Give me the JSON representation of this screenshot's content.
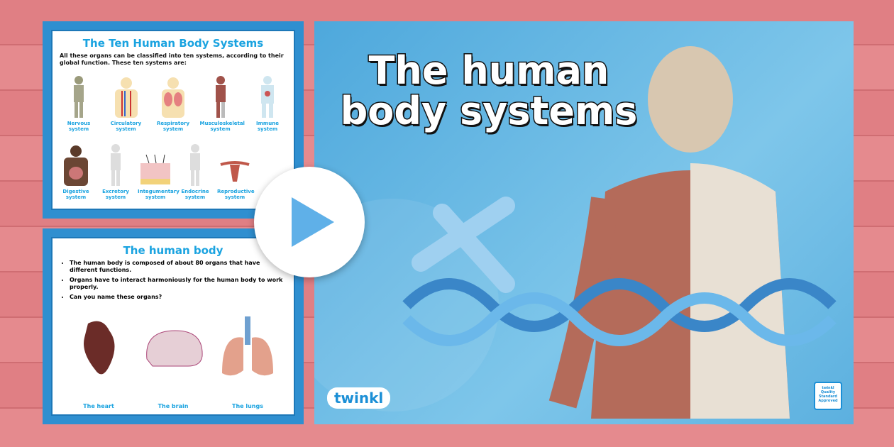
{
  "slide1": {
    "title": "The Ten Human Body Systems",
    "intro": "All these organs can be classified into ten systems, according to their global function. These ten systems are:",
    "systems": [
      "Nervous system",
      "Circulatory system",
      "Respiratory system",
      "Musculoskeletal system",
      "Immune system",
      "Digestive system",
      "Excretory system",
      "Integumentary system",
      "Endocrine system",
      "Reproductive system"
    ]
  },
  "slide2": {
    "title": "The human body",
    "bullets": [
      "The human body is composed of about 80 organs that have different functions.",
      "Organs have to interact harmoniously for the human body to work properly.",
      "Can you name these organs?"
    ],
    "organs": [
      "The heart",
      "The brain",
      "The lungs"
    ]
  },
  "main": {
    "title": "The human body systems",
    "logo": "twinkl",
    "badge": "twinkl Quality Standard Approved"
  },
  "play_icon": "play-icon",
  "colors": {
    "accent": "#1aa3e0",
    "background": "#e07f84",
    "slide_blue": "#2f8fd0"
  }
}
